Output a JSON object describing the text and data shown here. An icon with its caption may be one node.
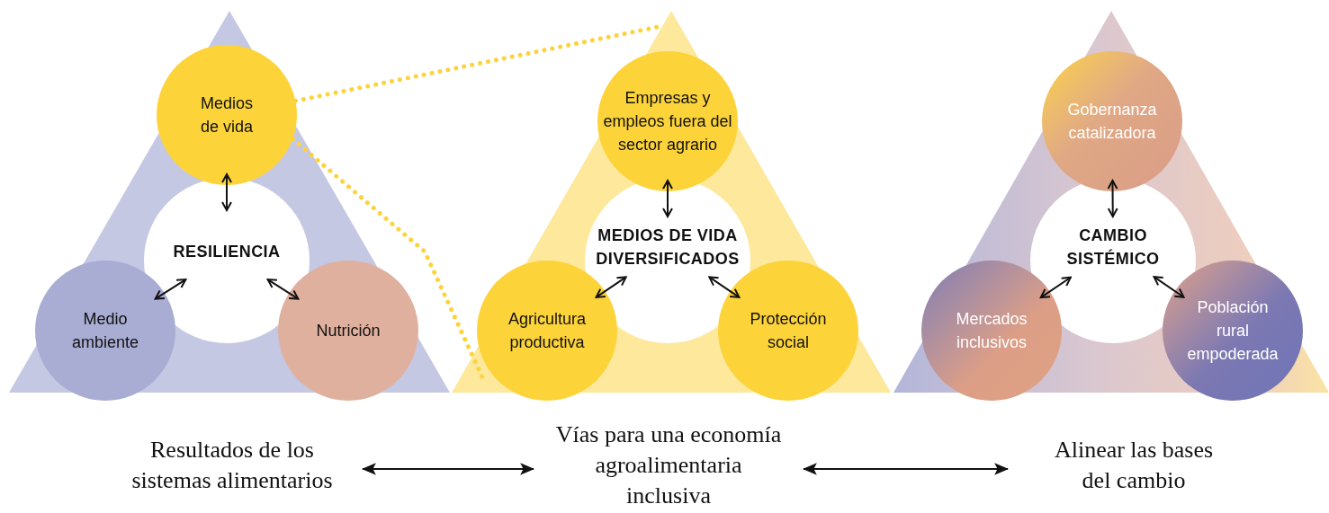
{
  "diagram": {
    "nodes": [
      {
        "text": [],
        "shape": "triangle"
      },
      {
        "text": [
          "Medios de vida"
        ],
        "in": 0
      },
      {
        "text": [
          "RESILIENCIA"
        ],
        "in": 0
      },
      {
        "text": [
          "Medio ambiente"
        ],
        "in": 0
      },
      {
        "text": [
          "Nutrición"
        ],
        "in": 0
      },
      {
        "text": [],
        "shape": "triangle"
      },
      {
        "text": [
          "Empresas y empleos fuera del sector agrario"
        ],
        "in": 5
      },
      {
        "text": [
          "MEDIOS DE VIDA DIVERSIFICADOS"
        ],
        "in": 5
      },
      {
        "text": [
          "Agricultura productiva"
        ],
        "in": 5
      },
      {
        "text": [
          "Protección social"
        ],
        "in": 5
      },
      {
        "text": [],
        "shape": "triangle"
      },
      {
        "text": [
          "Gobernanza catalizadora"
        ],
        "in": 10
      },
      {
        "text": [
          "CAMBIO SISTÉMICO"
        ],
        "in": 10
      },
      {
        "text": [
          "Mercados inclusivos"
        ],
        "in": 10
      },
      {
        "text": [
          "Población rural empoderada"
        ],
        "in": 10
      },
      {
        "text": [
          "Resultados de los sistemas alimentarios"
        ]
      },
      {
        "text": [
          "Vías para una economía agroalimentaria inclusiva"
        ]
      },
      {
        "text": [
          "Alinear las bases del cambio"
        ]
      }
    ],
    "edges": [
      {
        "from": 2,
        "to": 1,
        "arrow": "both"
      },
      {
        "from": 2,
        "to": 3,
        "arrow": "both"
      },
      {
        "from": 2,
        "to": 4,
        "arrow": "both"
      },
      {
        "from": 7,
        "to": 6,
        "arrow": "both"
      },
      {
        "from": 7,
        "to": 8,
        "arrow": "both"
      },
      {
        "from": 7,
        "to": 9,
        "arrow": "both"
      },
      {
        "from": 12,
        "to": 11,
        "arrow": "both"
      },
      {
        "from": 12,
        "to": 13,
        "arrow": "both"
      },
      {
        "from": 12,
        "to": 14,
        "arrow": "both"
      },
      {
        "from": 1,
        "to": 5,
        "arrow": "none",
        "style": "dashed",
        "color": "#fdd33a"
      },
      {
        "from": 1,
        "to": 5,
        "arrow": "none",
        "style": "dashed",
        "color": "#fdd33a"
      },
      {
        "from": 15,
        "to": 16,
        "arrow": "both"
      },
      {
        "from": 16,
        "to": 17,
        "arrow": "both"
      }
    ]
  }
}
